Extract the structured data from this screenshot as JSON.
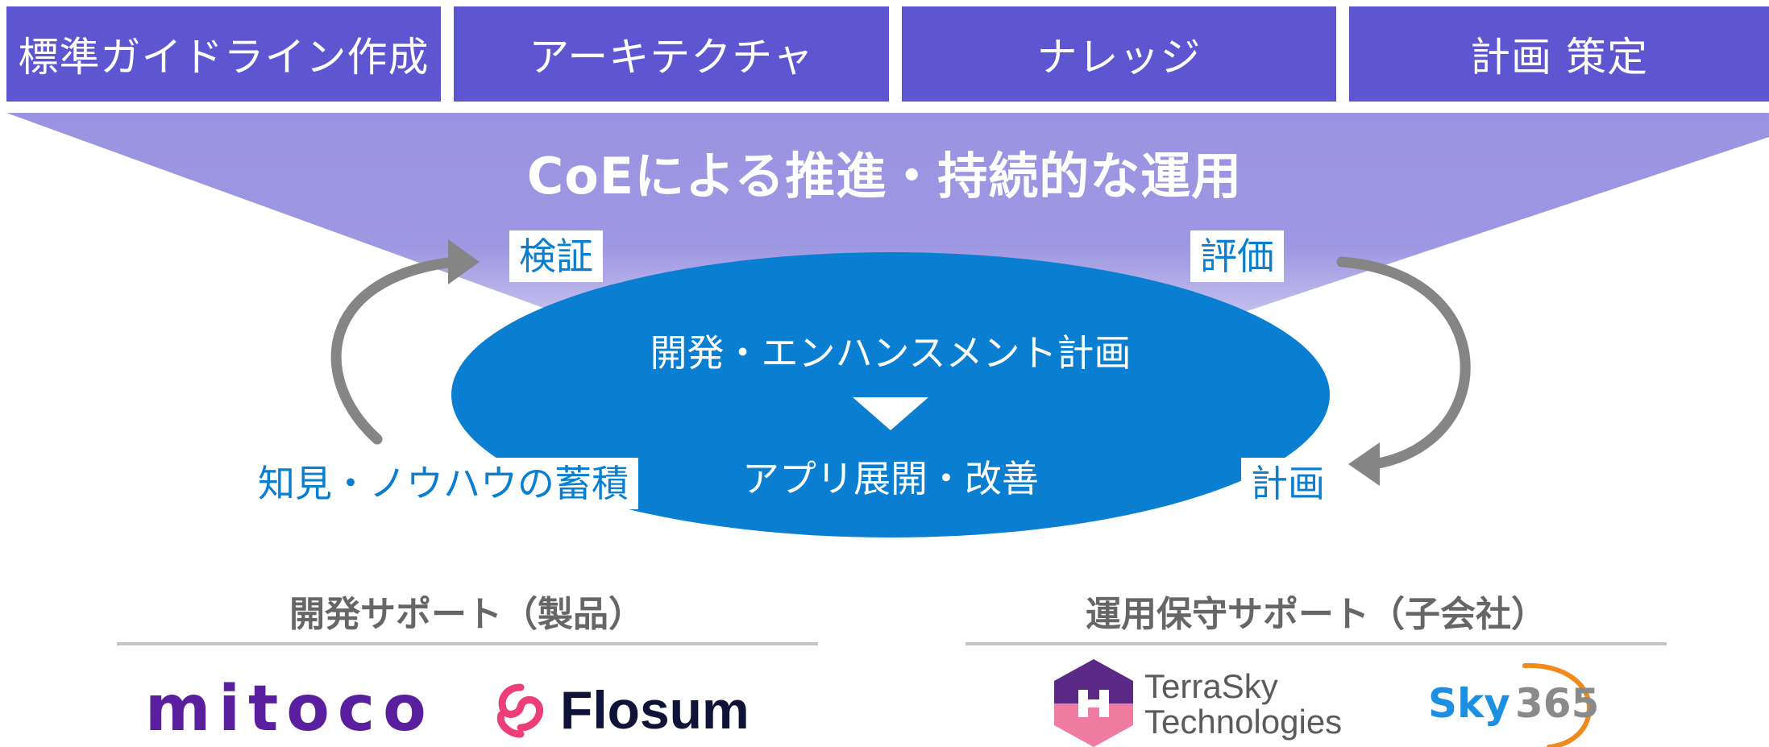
{
  "tabs": [
    {
      "label": "標準ガイドライン作成"
    },
    {
      "label": "アーキテクチャ"
    },
    {
      "label": "ナレッジ"
    },
    {
      "label": "計画 策定"
    }
  ],
  "funnel": {
    "title": "CoEによる推進・持続的な運用"
  },
  "cycle": {
    "plan_line": "開発・エンハンスメント計画",
    "deploy_line": "アプリ展開・改善",
    "verify": "検証",
    "evaluate": "評価",
    "plan": "計画",
    "accumulate": "知見・ノウハウの蓄積"
  },
  "dev_support": {
    "title": "開発サポート（製品）",
    "logos": [
      {
        "name": "mitoco",
        "text": "mitoco"
      },
      {
        "name": "Flosum",
        "text": "Flosum"
      }
    ]
  },
  "ops_support": {
    "title": "運用保守サポート（子会社）",
    "logos": [
      {
        "name": "TerraSky Technologies",
        "line1": "TerraSky",
        "line2": "Technologies"
      },
      {
        "name": "Sky365",
        "sky": "Sky",
        "num": "365"
      }
    ]
  },
  "colors": {
    "tab": "#5e56d0",
    "funnel": "#9a93e1",
    "ellipse": "#0a7fd1",
    "arrow": "#858585",
    "label_text": "#0a7fd1",
    "mitoco": "#5a1f9e",
    "flosum_icon": "#ec3e78",
    "flosum_text": "#0f1338",
    "terrasky_purple": "#5b2a86",
    "terrasky_pink": "#f07ba1",
    "sky365_blue": "#1d8fe1",
    "sky365_orange": "#f08a1c"
  }
}
